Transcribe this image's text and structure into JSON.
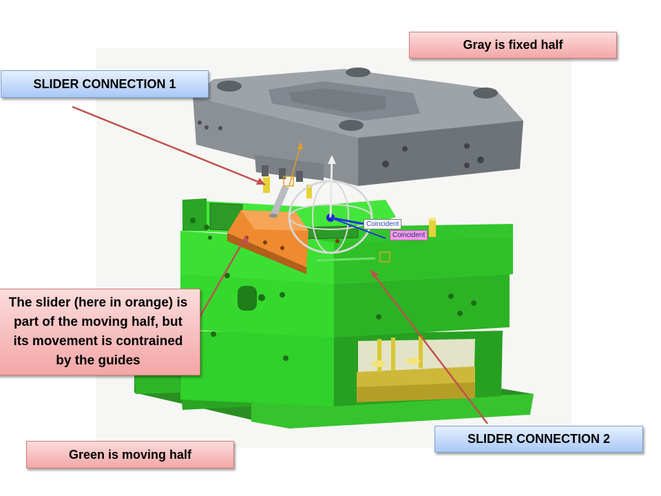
{
  "labels": {
    "fixed_half": "Gray is fixed half",
    "slider_conn_1": "SLIDER CONNECTION 1",
    "slider_desc_lines": [
      "The slider (here in orange) is",
      "part of the moving half, but",
      "its movement is contrained",
      "by the guides"
    ],
    "slider_conn_2": "SLIDER CONNECTION 2",
    "moving_half": "Green is moving half"
  },
  "tags": {
    "coincident_1": "Coincident",
    "coincident_2": "Coincident"
  },
  "colors": {
    "fixed_half": "#6e7378",
    "moving_half": "#2fd12a",
    "slider": "#e5822e",
    "pin": "#e6d23a",
    "arrow": "#c0504d",
    "callout_pink": "#f4a6a6",
    "callout_blue": "#a9c8f5"
  }
}
